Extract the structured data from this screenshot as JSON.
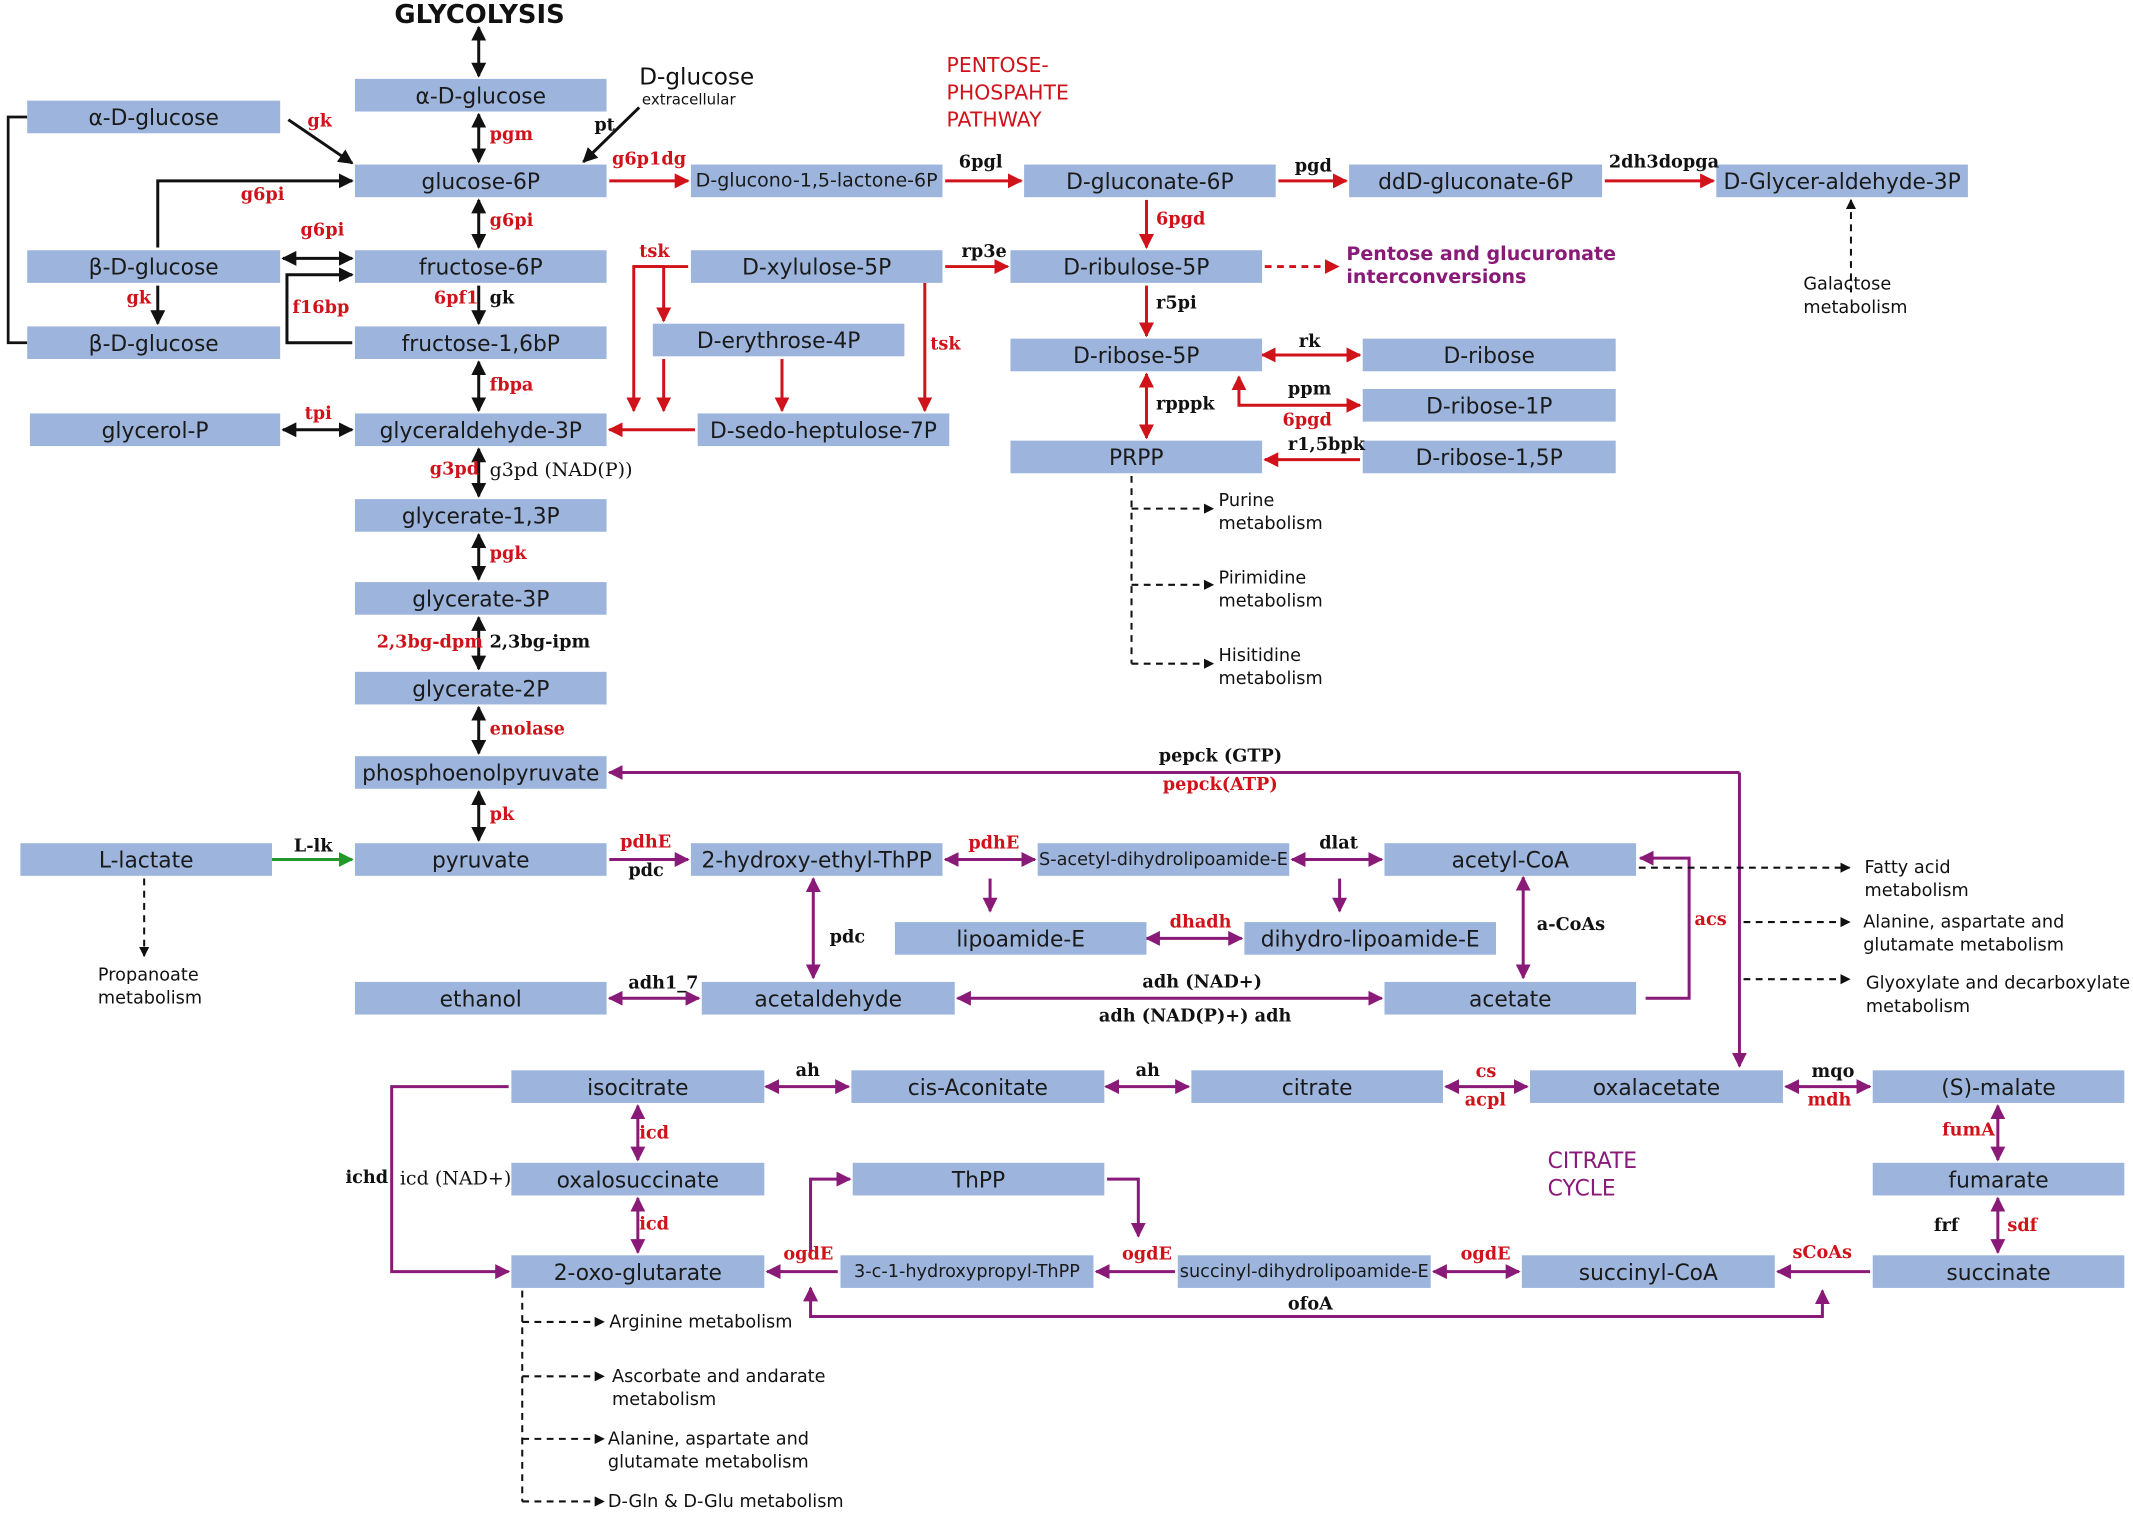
{
  "titles": {
    "glycolysis": "GLYCOLYSIS",
    "pentose": "PENTOSE-\nPHOSPAHTE\nPATHWAY",
    "citrate": "CITRATE\nCYCLE"
  },
  "nodes": {
    "a_d_glucose_left": "α-D-glucose",
    "a_d_glucose": "α-D-glucose",
    "glucose_6p": "glucose-6P",
    "b_d_glucose_1": "β-D-glucose",
    "fructose_6p": "fructose-6P",
    "b_d_glucose_2": "β-D-glucose",
    "fructose_16bp": "fructose-1,6bP",
    "glycerol_p": "glycerol-P",
    "glyceraldehyde_3p": "glyceraldehyde-3P",
    "glycerate_13p": "glycerate-1,3P",
    "glycerate_3p": "glycerate-3P",
    "glycerate_2p": "glycerate-2P",
    "pep": "phosphoenolpyruvate",
    "l_lactate": "L-lactate",
    "pyruvate": "pyruvate",
    "ethanol": "ethanol",
    "d_glucono_lactone": "D-glucono-1,5-lactone-6P",
    "d_gluconate_6p": "D-gluconate-6P",
    "ddd_gluconate_6p": "ddD-gluconate-6P",
    "d_glyceraldehyde_3p": "D-Glycer-aldehyde-3P",
    "d_xylulose_5p": "D-xylulose-5P",
    "d_ribulose_5p": "D-ribulose-5P",
    "d_erythrose_4p": "D-erythrose-4P",
    "d_sedoheptulose_7p": "D-sedo-heptulose-7P",
    "d_ribose_5p": "D-ribose-5P",
    "d_ribose": "D-ribose",
    "d_ribose_1p": "D-ribose-1P",
    "prpp": "PRPP",
    "d_ribose_15p": "D-ribose-1,5P",
    "hydroxyethyl_thpp": "2-hydroxy-ethyl-ThPP",
    "s_acetyl": "S-acetyl-dihydrolipoamide-E",
    "acetyl_coa": "acetyl-CoA",
    "lipoamide_e": "lipoamide-E",
    "dihydro_lipoamide_e": "dihydro-lipoamide-E",
    "acetaldehyde": "acetaldehyde",
    "acetate": "acetate",
    "isocitrate": "isocitrate",
    "cis_aconitate": "cis-Aconitate",
    "citrate": "citrate",
    "oxalacetate": "oxalacetate",
    "s_malate": "(S)-malate",
    "oxalosuccinate": "oxalosuccinate",
    "thpp": "ThPP",
    "fumarate": "fumarate",
    "oxo_glutarate": "2-oxo-glutarate",
    "hydroxypropyl_thpp": "3-c-1-hydroxypropyl-ThPP",
    "succinyl_dihydro": "succinyl-dihydrolipoamide-E",
    "succinyl_coa": "succinyl-CoA",
    "succinate": "succinate"
  },
  "extracellular": {
    "main": "D-glucose",
    "sub": "extracellular"
  },
  "enzymes": {
    "gk_1": "gk",
    "g6pi_1": "g6pi",
    "g6pi_2": "g6pi",
    "gk_2": "gk",
    "f16bp": "f16bp",
    "tpi": "tpi",
    "pgm": "pgm",
    "pt": "pt",
    "g6pi_3": "g6pi",
    "pf1": "6pf1",
    "gk_3": "gk",
    "fbpa": "fbpa",
    "g3pd_red": "g3pd",
    "g3pd_blk": "g3pd (NAD(P))",
    "pgk": "pgk",
    "bg_dpm": "2,3bg-dpm",
    "bg_ipm": "2,3bg-ipm",
    "enolase": "enolase",
    "pk": "pk",
    "l_lk": "L-lk",
    "g6p1dg": "g6p1dg",
    "pgl": "6pgl",
    "pgd": "pgd",
    "dh3dopga": "2dh3dopga",
    "pgd6": "6pgd",
    "tsk_1": "tsk",
    "rp3e": "rp3e",
    "r5pi": "r5pi",
    "tsk_2": "tsk",
    "rk": "rk",
    "rpppk": "rpppk",
    "ppm": "ppm",
    "pgd6_2": "6pgd",
    "r15bpk": "r1,5bpk",
    "pepck_gtp": "pepck (GTP)",
    "pepck_atp": "pepck(ATP)",
    "pdhE_1": "pdhE",
    "pdc_1": "pdc",
    "pdhE_2": "pdhE",
    "dlat": "dlat",
    "dhadh": "dhadh",
    "acoas": "a-CoAs",
    "pdc_2": "pdc",
    "acs": "acs",
    "adh1_7": "adh1_7",
    "adh_nad": "adh (NAD+)",
    "adh_nadp": "adh (NAD(P)+) adh",
    "ah_1": "ah",
    "ah_2": "ah",
    "cs": "cs",
    "acpl": "acpl",
    "mqo": "mqo",
    "mdh": "mdh",
    "icd_1": "icd",
    "ichd": "ichd",
    "icd_nad": "icd (NAD+)",
    "icd_2": "icd",
    "fumA": "fumA",
    "frf": "frf",
    "sdf": "sdf",
    "ogdE_1": "ogdE",
    "ogdE_2": "ogdE",
    "ogdE_3": "ogdE",
    "sCoAs": "sCoAs",
    "ofoA": "ofoA"
  },
  "annotations": {
    "pentose_gluc": "Pentose and glucuronate\ninterconversions",
    "galactose": "Galactose\nmetabolism",
    "purine": "Purine\nmetabolism",
    "pirimidine": "Pirimidine\nmetabolism",
    "hisitidine": "Hisitidine\nmetabolism",
    "propanoate": "Propanoate\nmetabolism",
    "fatty_acid": "Fatty acid\nmetabolism",
    "ala_asp_glu_1": "Alanine, aspartate and\nglutamate metabolism",
    "glyoxylate": "Glyoxylate and decarboxylate\nmetabolism",
    "arginine": "Arginine metabolism",
    "ascorbate": "Ascorbate and andarate\nmetabolism",
    "ala_asp_glu_2": "Alanine, aspartate and\nglutamate metabolism",
    "gln_glu": "D-Gln & D-Glu metabolism"
  },
  "colors": {
    "node_fill": "#9db5dd",
    "glycolysis_arrows": "#111111",
    "pentose_arrows": "#d0121b",
    "citrate_arrows": "#8a1a78",
    "lactate_arrow": "#1f9a2a",
    "enzyme_red": "#d0121b",
    "enzyme_black": "#111111"
  }
}
